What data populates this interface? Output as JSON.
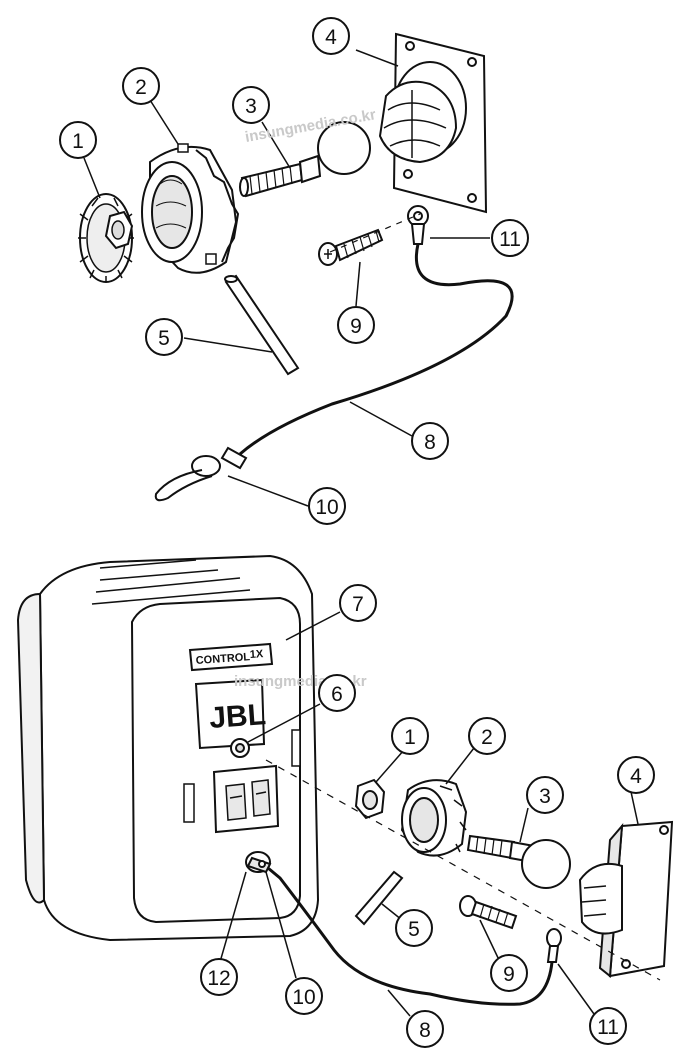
{
  "diagram": {
    "top_callouts": [
      "1",
      "2",
      "3",
      "4",
      "5",
      "9",
      "11",
      "8",
      "10"
    ],
    "bottom_callouts": [
      "7",
      "6",
      "1",
      "2",
      "3",
      "4",
      "5",
      "9",
      "11",
      "8",
      "10",
      "12"
    ],
    "speaker_label": {
      "model": "CONTROL",
      "model_suffix": "1X",
      "brand": "JBL"
    },
    "watermark": "insungmedia.co.kr"
  },
  "colors": {
    "line": "#111111",
    "fill": "#ffffff",
    "shade": "#e6e6e6"
  }
}
